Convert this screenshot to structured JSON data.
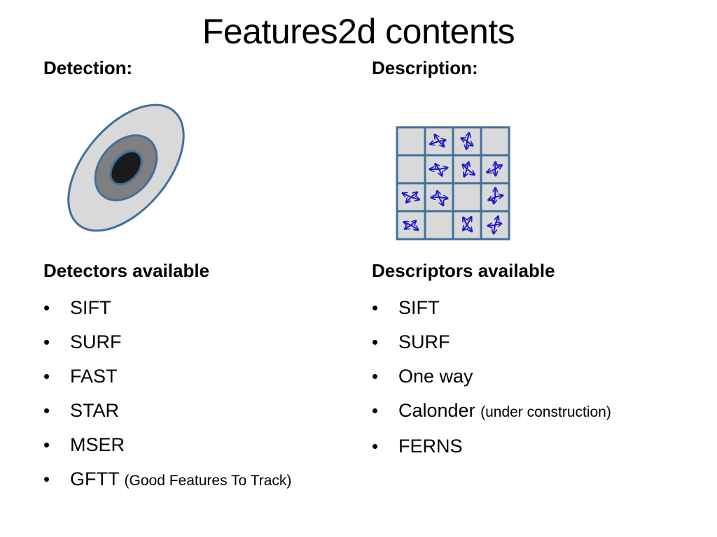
{
  "slide": {
    "title": "Features2d contents"
  },
  "left": {
    "heading": "Detection:",
    "subheading": "Detectors available",
    "items": [
      {
        "label": "SIFT",
        "note": ""
      },
      {
        "label": "SURF",
        "note": ""
      },
      {
        "label": "FAST",
        "note": ""
      },
      {
        "label": "STAR",
        "note": ""
      },
      {
        "label": "MSER",
        "note": ""
      },
      {
        "label": "GFTT",
        "note": "(Good Features To Track)"
      }
    ]
  },
  "right": {
    "heading": "Description:",
    "subheading": "Descriptors available",
    "items": [
      {
        "label": "SIFT",
        "note": ""
      },
      {
        "label": "SURF",
        "note": ""
      },
      {
        "label": "One way",
        "note": ""
      },
      {
        "label": "Calonder",
        "note": "(under construction)"
      },
      {
        "label": "FERNS",
        "note": ""
      }
    ]
  },
  "bullet_glyph": "•",
  "colors": {
    "outline": "#41709c",
    "outer_fill": "#d9d9d9",
    "mid_fill": "#7f7f7f",
    "inner_fill": "#1a1a1a",
    "grid_fill": "#d9d9d9",
    "arrow": "#1b1bcc"
  }
}
